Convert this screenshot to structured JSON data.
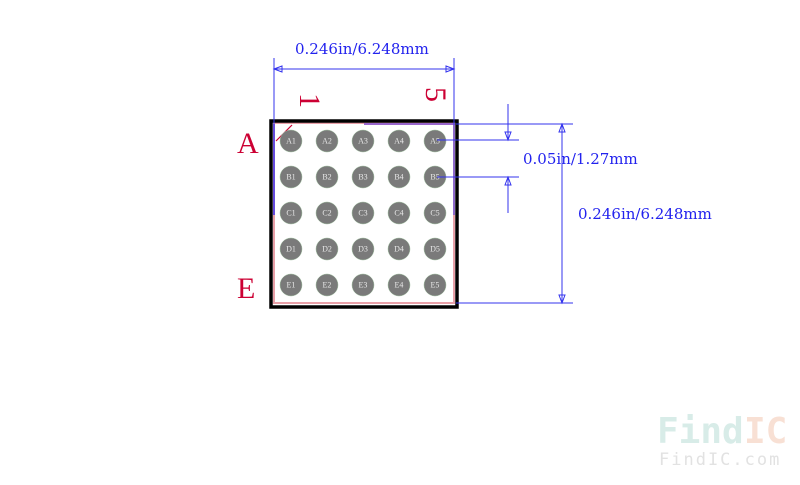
{
  "dimensions": {
    "width": "0.246in/6.248mm",
    "height": "0.246in/6.248mm",
    "pitch": "0.05in/1.27mm"
  },
  "labels": {
    "col_first": "1",
    "col_last": "5",
    "row_first": "A",
    "row_last": "E"
  },
  "pads": {
    "rows": [
      "A",
      "B",
      "C",
      "D",
      "E"
    ],
    "cols": [
      "1",
      "2",
      "3",
      "4",
      "5"
    ]
  },
  "watermark": {
    "brand_a": "Find",
    "brand_b": "IC",
    "url": "FindIC.com"
  },
  "colors": {
    "dimension": "#2222ee",
    "label": "#cc0033",
    "pad": "#7a7a7a",
    "outline": "#000000"
  }
}
